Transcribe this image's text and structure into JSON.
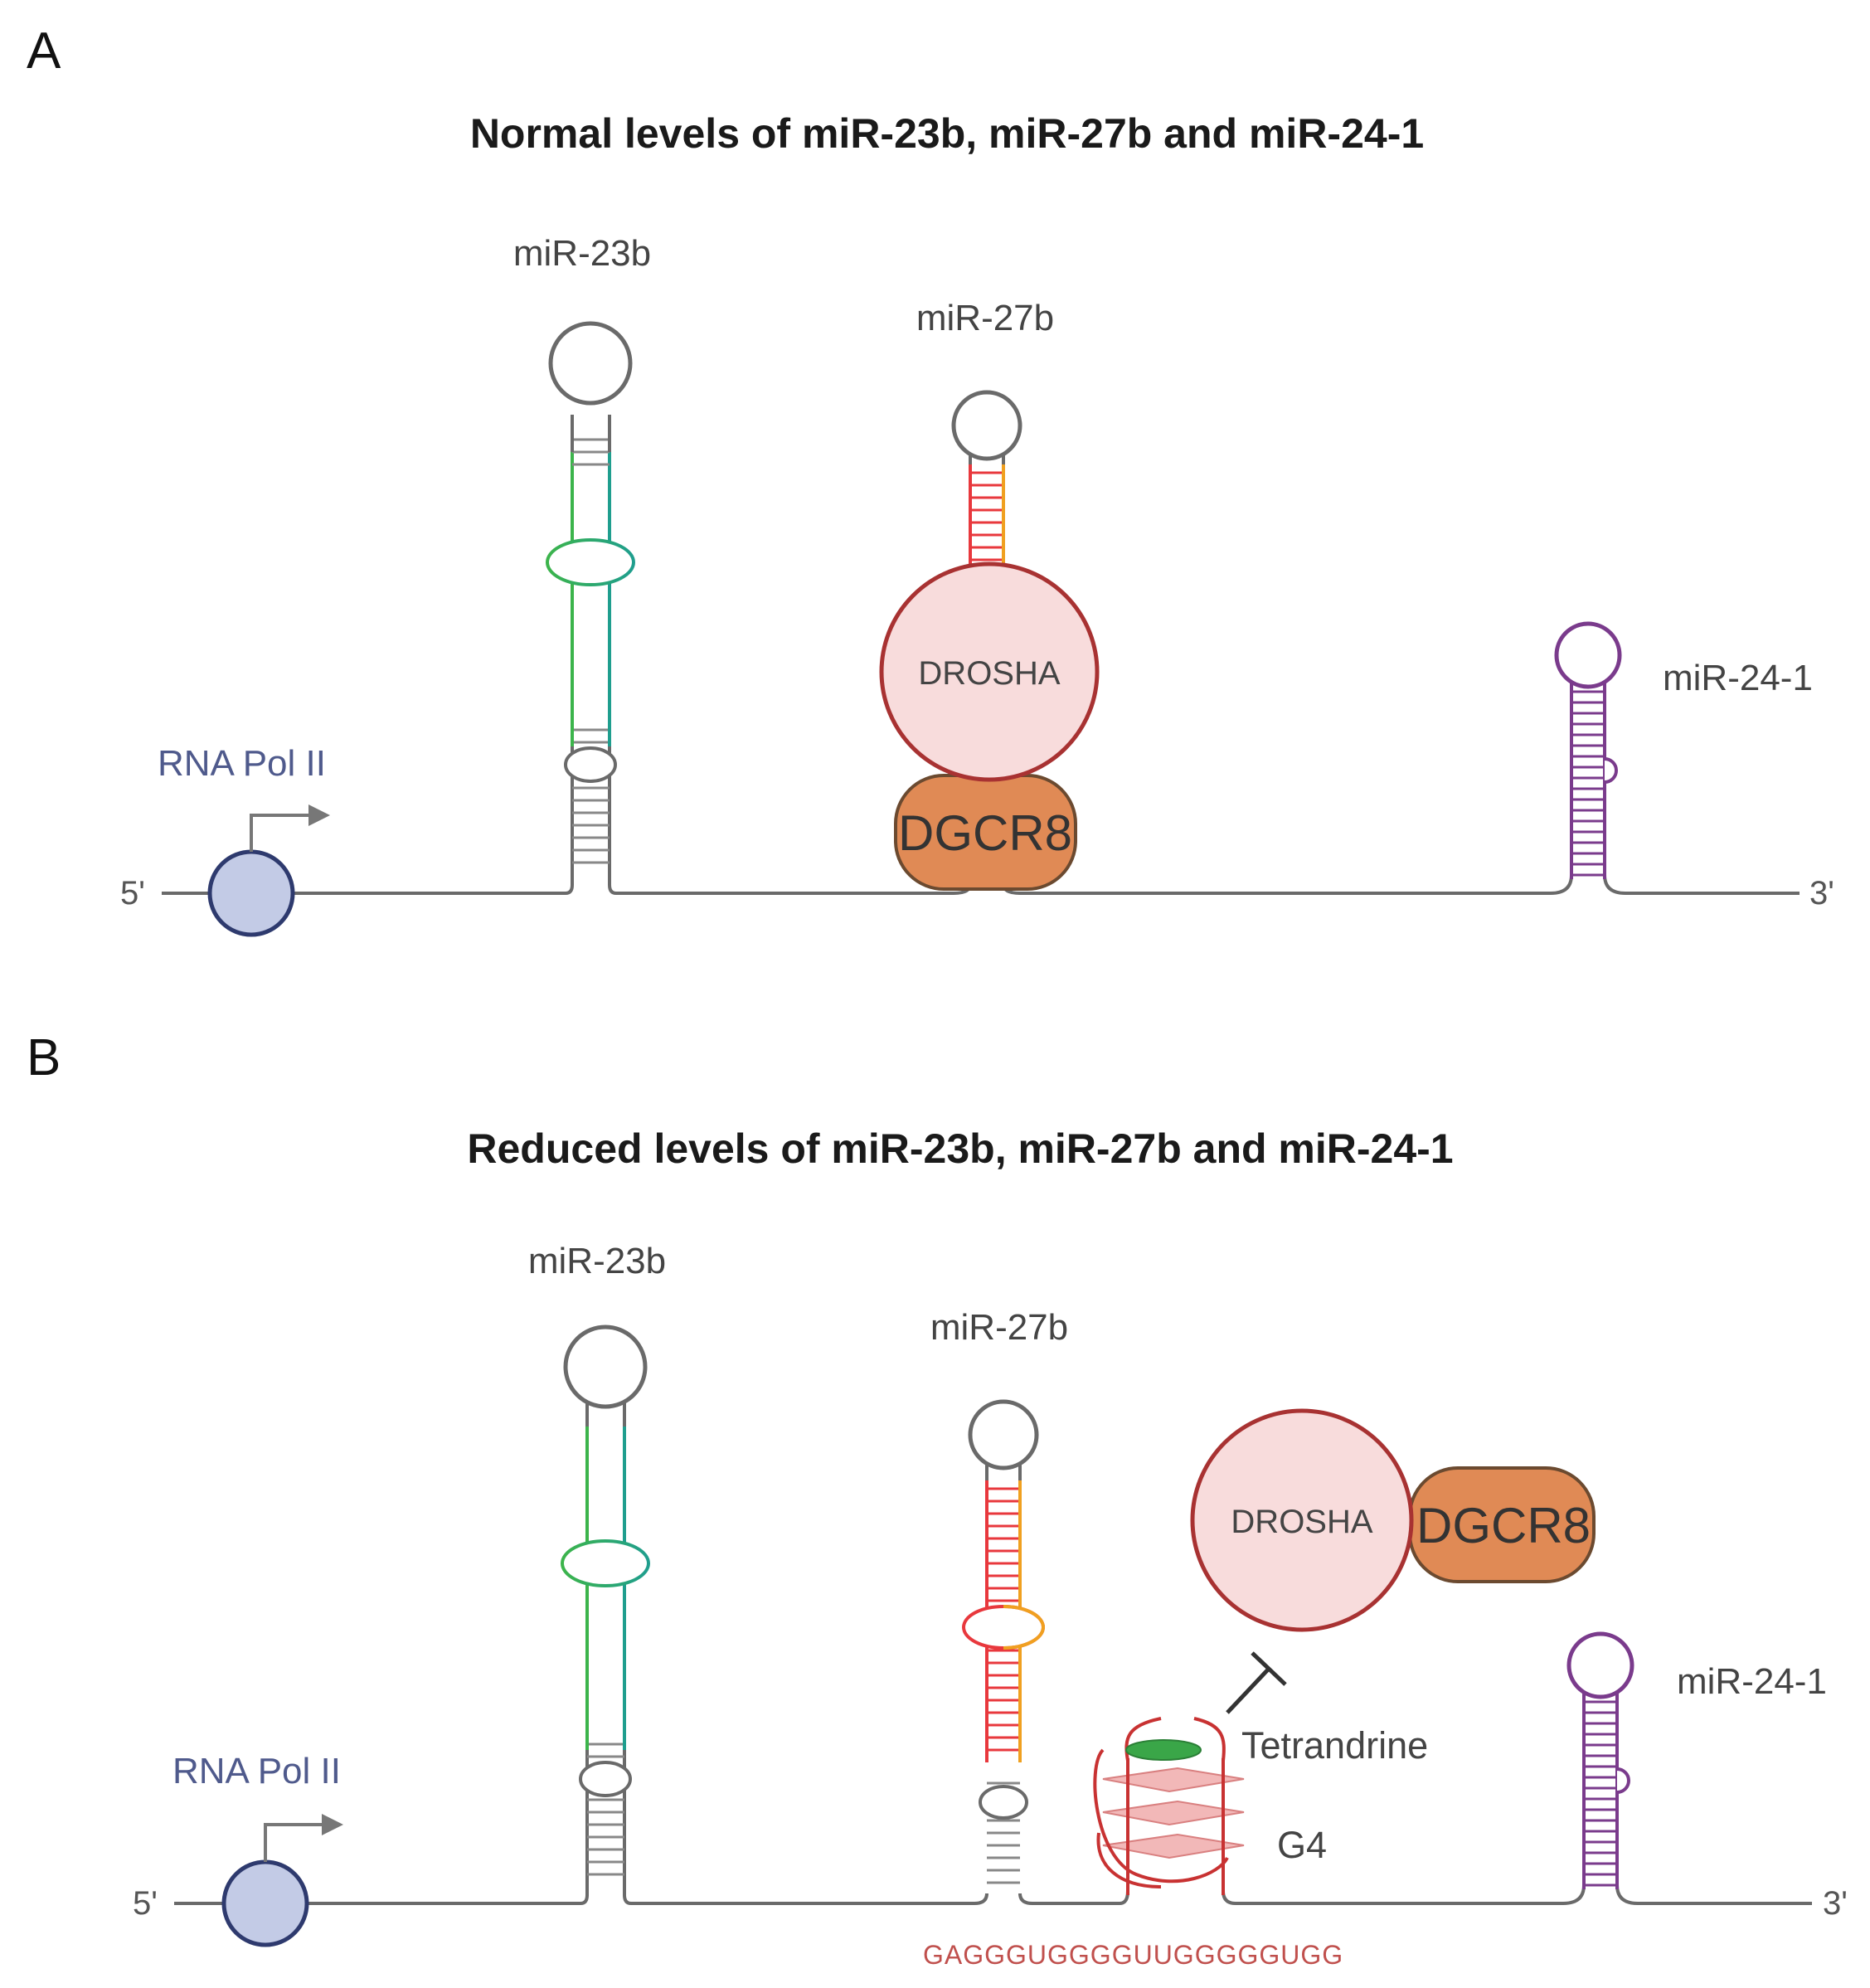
{
  "panel_a": {
    "letter": "A",
    "title": "Normal levels of miR-23b, miR-27b and miR-24-1",
    "promoter": "RNA Pol II",
    "five_prime": "5'",
    "three_prime": "3'",
    "mir23b": "miR-23b",
    "mir27b": "miR-27b",
    "mir241": "miR-24-1",
    "drosha": "DROSHA",
    "dgcr8": "DGCR8"
  },
  "panel_b": {
    "letter": "B",
    "title": "Reduced levels of miR-23b, miR-27b and miR-24-1",
    "promoter": "RNA Pol II",
    "five_prime": "5'",
    "three_prime": "3'",
    "mir23b": "miR-23b",
    "mir27b": "miR-27b",
    "mir241": "miR-24-1",
    "drosha": "DROSHA",
    "dgcr8": "DGCR8",
    "tetrandrine": "Tetrandrine",
    "g4": "G4",
    "sequence": "GAGGGUGGGGUUGGGGGUGG"
  },
  "colors": {
    "mir23b_stem": "#3cb44b",
    "mir23b_stem_alt": "#1f9e8e",
    "mir27b_stem": "#e8383d",
    "mir27b_stem_alt": "#f0a020",
    "mir241_stem": "#7a3b8c",
    "drosha_fill": "#f8dcdc",
    "drosha_stroke": "#a83232",
    "dgcr8_fill": "#e08a55",
    "promoter_fill": "#c3cbe6",
    "g4_color": "#c83232",
    "ligand": "#3aa648"
  }
}
